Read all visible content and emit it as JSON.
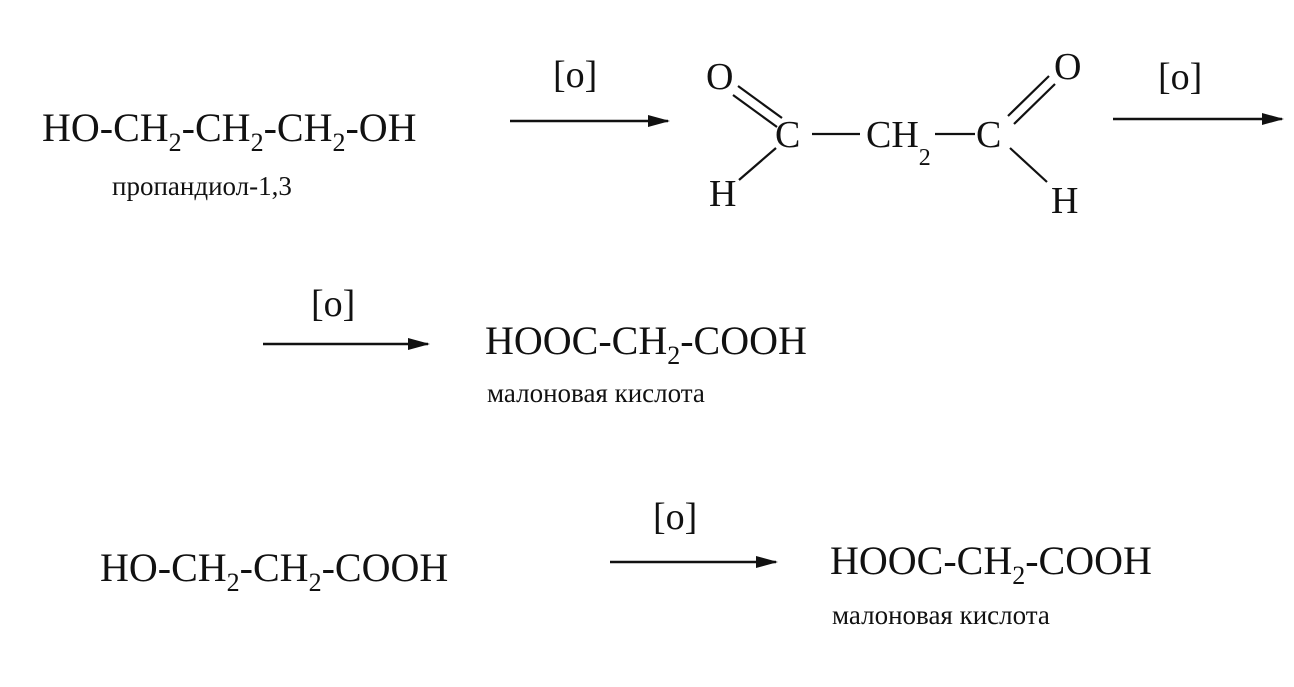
{
  "reaction1": {
    "reactant": {
      "parts": [
        "HO-CH",
        "2",
        "-CH",
        "2",
        "-CH",
        "2",
        "-OH"
      ],
      "name": "пропандиол-1,3"
    },
    "oxidant1": "[o]",
    "dialdehyde": {
      "o_left": "O",
      "o_right": "O",
      "c_left": "C",
      "ch2": "CH",
      "ch2_sub": "2",
      "c_right": "C",
      "h_left": "H",
      "h_right": "H"
    },
    "oxidant2": "[o]",
    "oxidant3": "[o]",
    "product": {
      "parts": [
        "HOOC-CH",
        "2",
        "-COOH"
      ],
      "name": "малоновая кислота"
    }
  },
  "reaction2": {
    "reactant": {
      "parts": [
        "HO-CH",
        "2",
        "-CH",
        "2",
        "-COOH"
      ]
    },
    "oxidant": "[o]",
    "product": {
      "parts": [
        "HOOC-CH",
        "2",
        "-COOH"
      ],
      "name": "малоновая кислота"
    }
  }
}
